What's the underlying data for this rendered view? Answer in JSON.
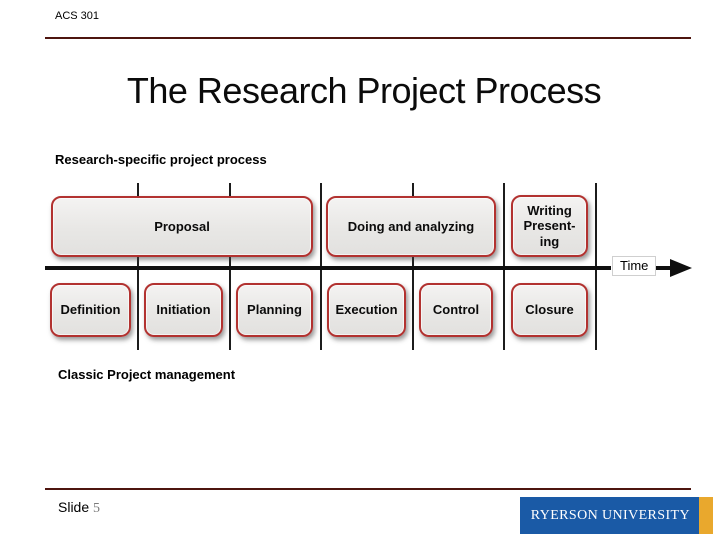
{
  "slide": {
    "course_code": "ACS 301",
    "title": "The Research Project Process",
    "footer": {
      "slide_label": "Slide",
      "slide_number": "5"
    }
  },
  "diagram": {
    "top_label": "Research-specific project process",
    "bottom_label": "Classic Project management",
    "time_label": "Time",
    "research_phases": [
      "Proposal",
      "Doing and analyzing",
      "Writing\nPresent-\ning"
    ],
    "classic_phases": [
      "Definition",
      "Initiation",
      "Planning",
      "Execution",
      "Control",
      "Closure"
    ]
  },
  "logo": {
    "text": "RYERSON UNIVERSITY"
  },
  "colors": {
    "rule_maroon": "#4e150f",
    "box_border_red": "#b23230",
    "box_fill_gray": "#e9e8e6",
    "line_black": "#1c1c1c",
    "logo_blue": "#1a5aa6",
    "logo_gold": "#e9a82d",
    "slide_number_gray": "#7a7a7a"
  }
}
